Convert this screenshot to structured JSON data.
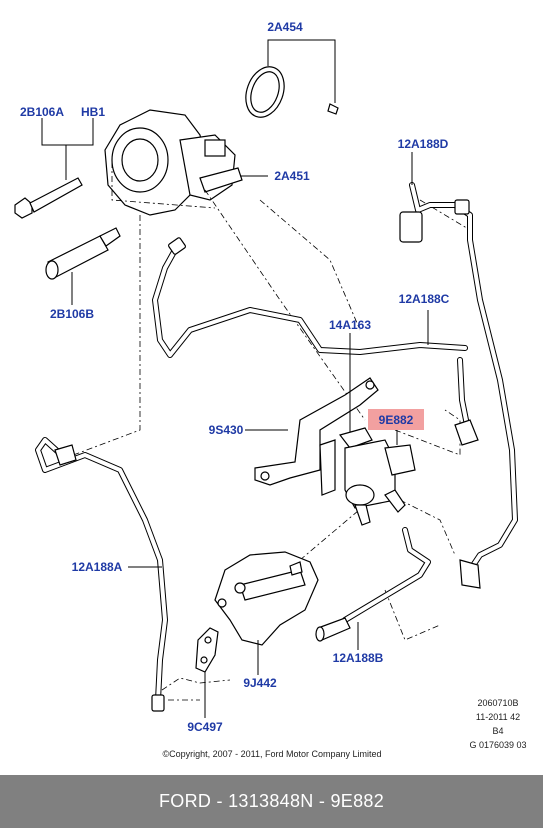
{
  "labels": {
    "l_2A454": "2A454",
    "l_2B106A": "2B106A",
    "l_HB1": "HB1",
    "l_2A451": "2A451",
    "l_12A188D": "12A188D",
    "l_2B106B": "2B106B",
    "l_12A188C": "12A188C",
    "l_14A163": "14A163",
    "l_9S430": "9S430",
    "l_9E882": "9E882",
    "l_12A188A": "12A188A",
    "l_12A188B": "12A188B",
    "l_9J442": "9J442",
    "l_9C497": "9C497"
  },
  "highlight_color": "#f2a0a0",
  "label_color": "#1f3aa5",
  "drawing_meta": {
    "line1": "2060710B",
    "line2": "11-2011 42",
    "line3": "B4",
    "line4": "G 0176039 03"
  },
  "copyright": "©Copyright, 2007 - 2011, Ford Motor Company Limited",
  "footer": {
    "brand": "FORD",
    "part_number": "1313848",
    "reference": "N - 9E882"
  }
}
